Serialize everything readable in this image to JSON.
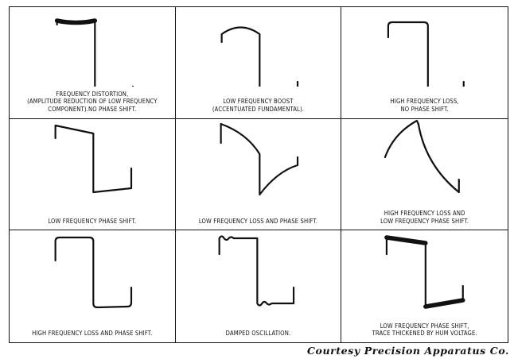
{
  "panels": [
    {
      "id": "frequency-distortion",
      "caption": [
        "FREQUENCY DISTORTION,",
        "(AMPLITUDE REDUCTION OF LOW FREQUENCY",
        "COMPONENT).NO PHASE SHIFT."
      ]
    },
    {
      "id": "low-frequency-boost",
      "caption": [
        "LOW FREQUENCY BOOST",
        "(ACCENTUATED FUNDAMENTAL)."
      ]
    },
    {
      "id": "high-frequency-loss",
      "caption": [
        "HIGH FREQUENCY LOSS,",
        "NO PHASE SHIFT."
      ]
    },
    {
      "id": "low-frequency-phase-shift",
      "caption": [
        "LOW FREQUENCY PHASE SHIFT."
      ]
    },
    {
      "id": "low-frequency-loss-phase-shift",
      "caption": [
        "LOW FREQUENCY LOSS AND PHASE SHIFT."
      ]
    },
    {
      "id": "high-frequency-loss-low-frequency-phase-shift",
      "caption": [
        "HIGH FREQUENCY LOSS AND",
        "LOW FREQUENCY PHASE SHIFT."
      ]
    },
    {
      "id": "high-frequency-loss-phase-shift",
      "caption": [
        "HIGH FREQUENCY LOSS AND PHASE SHIFT."
      ]
    },
    {
      "id": "damped-oscillation",
      "caption": [
        "DAMPED OSCILLATION."
      ]
    },
    {
      "id": "low-frequency-phase-shift-hum",
      "caption": [
        "LOW FREQUENCY PHASE SHIFT,",
        "TRACE THICKENED BY HUM VOLTAGE."
      ]
    }
  ],
  "credit": "Courtesy Precision Apparatus Co."
}
